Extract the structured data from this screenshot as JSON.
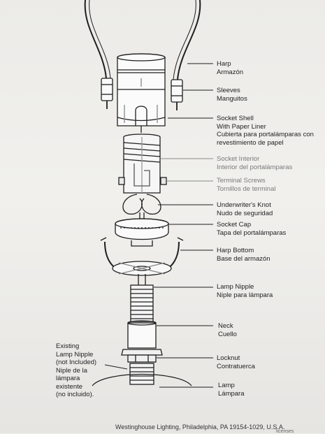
{
  "labels": {
    "harp": {
      "en": "Harp",
      "es": "Armazón"
    },
    "sleeves": {
      "en": "Sleeves",
      "es": "Manguitos"
    },
    "socket_shell": {
      "en1": "Socket Shell",
      "en2": "With Paper Liner",
      "es1": "Cubierta para portalámparas con",
      "es2": "revestimiento de papel"
    },
    "socket_interior": {
      "en": "Socket Interior",
      "es": "Interior del portalámparas"
    },
    "terminal_screws": {
      "en": "Terminal Screws",
      "es": "Tornillos de terminal"
    },
    "underwriters_knot": {
      "en": "Underwriter's Knot",
      "es": "Nudo de seguridad"
    },
    "socket_cap": {
      "en": "Socket Cap",
      "es": "Tapa del portalámparas"
    },
    "harp_bottom": {
      "en": "Harp Bottom",
      "es": "Base del armazón"
    },
    "lamp_nipple": {
      "en": "Lamp Nipple",
      "es": "Niple para lámpara"
    },
    "neck": {
      "en": "Neck",
      "es": "Cuello"
    },
    "locknut": {
      "en": "Locknut",
      "es": "Contratuerca"
    },
    "lamp": {
      "en": "Lamp",
      "es": "Lámpara"
    },
    "existing_nipple": {
      "l1": "Existing",
      "l2": "Lamp Nipple",
      "l3": "(not Included)",
      "l4": "Niple de la",
      "l5": "lámpara",
      "l6": "existente",
      "l7": "(no incluido)."
    }
  },
  "footer": {
    "line1": "Westinghouse Lighting, Philadelphia, PA 19154-1029, U.S.A.",
    "line2": "licenses"
  }
}
